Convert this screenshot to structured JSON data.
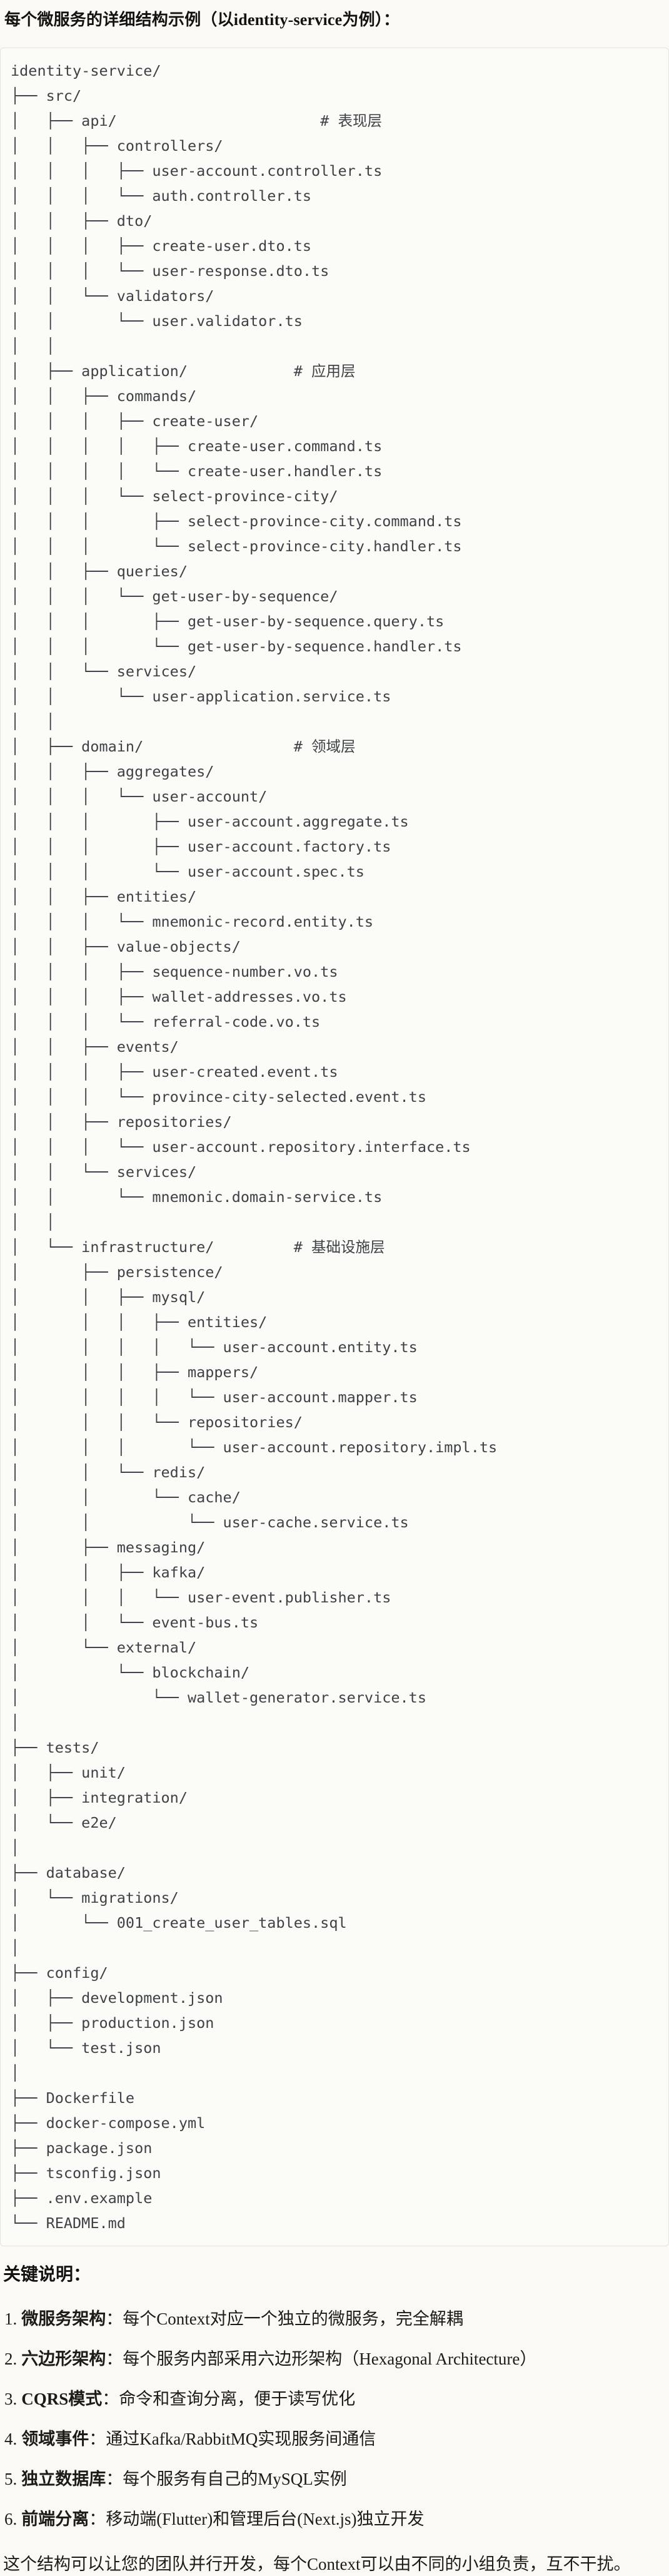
{
  "theme": {
    "page_bg": "#FAF9F5",
    "code_bg": "#FBFBF8",
    "code_border": "#E5E3DB",
    "code_text": "#3E4146",
    "body_text": "#1D1B18"
  },
  "header": {
    "title": "每个微服务的详细结构示例（以identity-service为例）："
  },
  "code_block": {
    "language": "plaintext",
    "lines": [
      "identity-service/",
      "├── src/",
      "│   ├── api/                       # 表现层",
      "│   │   ├── controllers/",
      "│   │   │   ├── user-account.controller.ts",
      "│   │   │   └── auth.controller.ts",
      "│   │   ├── dto/",
      "│   │   │   ├── create-user.dto.ts",
      "│   │   │   └── user-response.dto.ts",
      "│   │   └── validators/",
      "│   │       └── user.validator.ts",
      "│   │",
      "│   ├── application/            # 应用层",
      "│   │   ├── commands/",
      "│   │   │   ├── create-user/",
      "│   │   │   │   ├── create-user.command.ts",
      "│   │   │   │   └── create-user.handler.ts",
      "│   │   │   └── select-province-city/",
      "│   │   │       ├── select-province-city.command.ts",
      "│   │   │       └── select-province-city.handler.ts",
      "│   │   ├── queries/",
      "│   │   │   └── get-user-by-sequence/",
      "│   │   │       ├── get-user-by-sequence.query.ts",
      "│   │   │       └── get-user-by-sequence.handler.ts",
      "│   │   └── services/",
      "│   │       └── user-application.service.ts",
      "│   │",
      "│   ├── domain/                 # 领域层",
      "│   │   ├── aggregates/",
      "│   │   │   └── user-account/",
      "│   │   │       ├── user-account.aggregate.ts",
      "│   │   │       ├── user-account.factory.ts",
      "│   │   │       └── user-account.spec.ts",
      "│   │   ├── entities/",
      "│   │   │   └── mnemonic-record.entity.ts",
      "│   │   ├── value-objects/",
      "│   │   │   ├── sequence-number.vo.ts",
      "│   │   │   ├── wallet-addresses.vo.ts",
      "│   │   │   └── referral-code.vo.ts",
      "│   │   ├── events/",
      "│   │   │   ├── user-created.event.ts",
      "│   │   │   └── province-city-selected.event.ts",
      "│   │   ├── repositories/",
      "│   │   │   └── user-account.repository.interface.ts",
      "│   │   └── services/",
      "│   │       └── mnemonic.domain-service.ts",
      "│   │",
      "│   └── infrastructure/         # 基础设施层",
      "│       ├── persistence/",
      "│       │   ├── mysql/",
      "│       │   │   ├── entities/",
      "│       │   │   │   └── user-account.entity.ts",
      "│       │   │   ├── mappers/",
      "│       │   │   │   └── user-account.mapper.ts",
      "│       │   │   └── repositories/",
      "│       │   │       └── user-account.repository.impl.ts",
      "│       │   └── redis/",
      "│       │       └── cache/",
      "│       │           └── user-cache.service.ts",
      "│       ├── messaging/",
      "│       │   ├── kafka/",
      "│       │   │   └── user-event.publisher.ts",
      "│       │   └── event-bus.ts",
      "│       └── external/",
      "│           └── blockchain/",
      "│               └── wallet-generator.service.ts",
      "│",
      "├── tests/",
      "│   ├── unit/",
      "│   ├── integration/",
      "│   └── e2e/",
      "│",
      "├── database/",
      "│   └── migrations/",
      "│       └── 001_create_user_tables.sql",
      "│",
      "├── config/",
      "│   ├── development.json",
      "│   ├── production.json",
      "│   └── test.json",
      "│",
      "├── Dockerfile",
      "├── docker-compose.yml",
      "├── package.json",
      "├── tsconfig.json",
      "├── .env.example",
      "└── README.md"
    ]
  },
  "notes": {
    "heading": "关键说明：",
    "items": [
      {
        "num": "1.",
        "label": "微服务架构",
        "sep": "：",
        "text": "每个Context对应一个独立的微服务，完全解耦"
      },
      {
        "num": "2.",
        "label": "六边形架构",
        "sep": "：",
        "text": "每个服务内部采用六边形架构（Hexagonal Architecture）"
      },
      {
        "num": "3.",
        "label": "CQRS模式",
        "sep": "：",
        "text": "命令和查询分离，便于读写优化"
      },
      {
        "num": "4.",
        "label": "领域事件",
        "sep": "：",
        "text": "通过Kafka/RabbitMQ实现服务间通信"
      },
      {
        "num": "5.",
        "label": "独立数据库",
        "sep": "：",
        "text": "每个服务有自己的MySQL实例"
      },
      {
        "num": "6.",
        "label": "前端分离",
        "sep": "：",
        "text": "移动端(Flutter)和管理后台(Next.js)独立开发"
      }
    ],
    "footer": "这个结构可以让您的团队并行开发，每个Context可以由不同的小组负责，互不干扰。"
  }
}
